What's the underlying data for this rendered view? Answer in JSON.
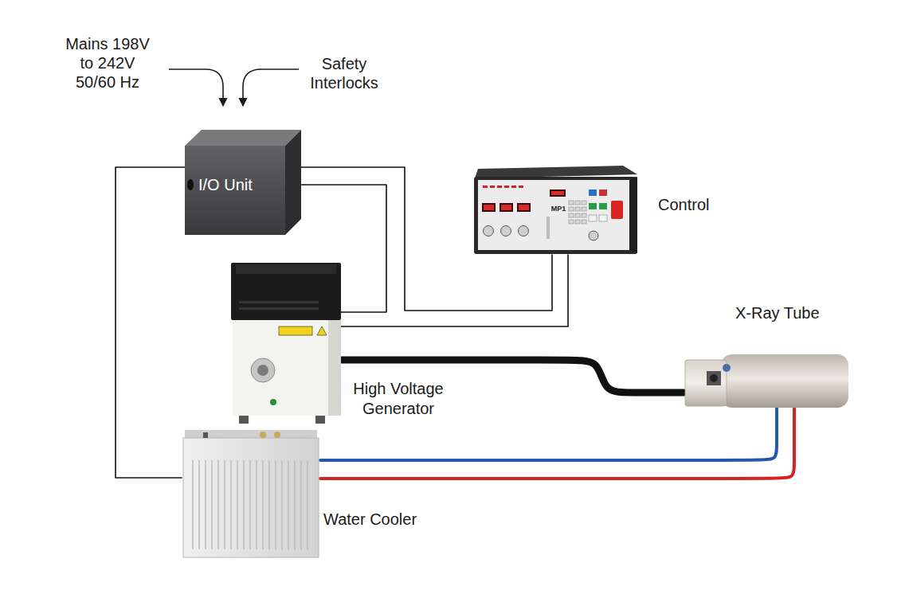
{
  "diagram": {
    "nodes": [
      {
        "text": [
          "I/O Unit"
        ]
      },
      {
        "text": [
          "Control"
        ]
      },
      {
        "text": [
          "High Voltage Generator"
        ]
      },
      {
        "text": [
          "X-Ray Tube"
        ]
      },
      {
        "text": [
          "Water Cooler"
        ]
      }
    ],
    "edges": [
      {
        "from": 0,
        "to": 4,
        "arrow": "none"
      },
      {
        "from": 0,
        "to": 2,
        "arrow": "none"
      },
      {
        "from": 0,
        "to": 1,
        "arrow": "none"
      },
      {
        "from": 1,
        "to": 2,
        "arrow": "none"
      },
      {
        "from": 2,
        "to": 3,
        "arrow": "none"
      },
      {
        "from": 4,
        "to": 3,
        "arrow": "none"
      },
      {
        "from": 4,
        "to": 3,
        "arrow": "none"
      }
    ],
    "labels": [
      "Mains 198V to 242V 50/60 Hz",
      "Safety Interlocks",
      "MP1"
    ]
  }
}
